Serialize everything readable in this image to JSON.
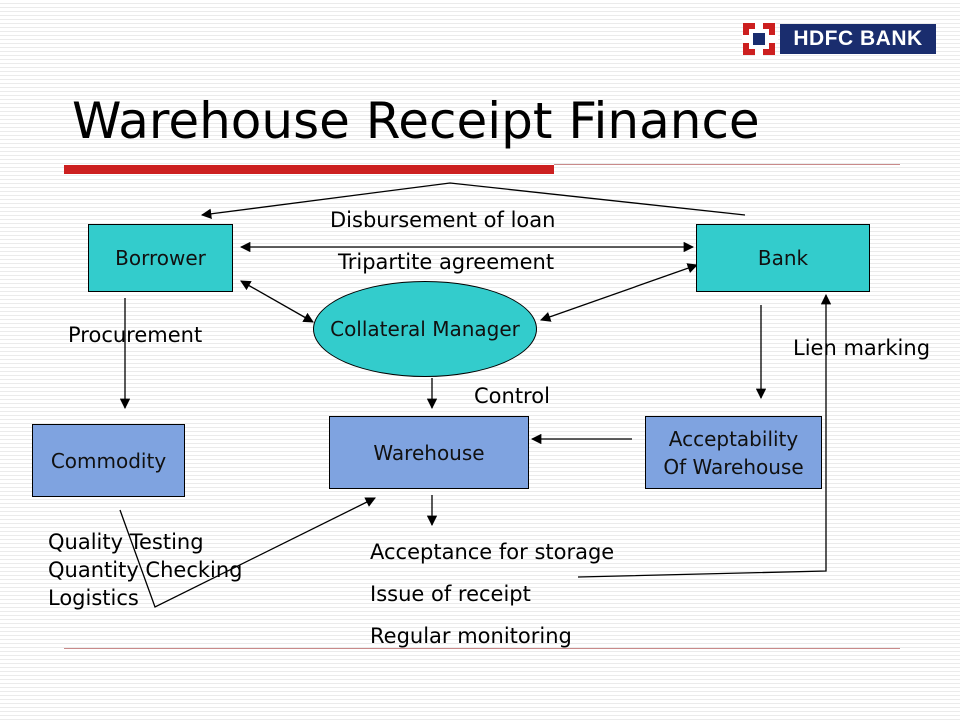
{
  "logo": {
    "text": "HDFC BANK"
  },
  "title": "Warehouse Receipt Finance",
  "nodes": {
    "borrower": "Borrower",
    "bank": "Bank",
    "collateral_manager": "Collateral Manager",
    "commodity": "Commodity",
    "warehouse": "Warehouse",
    "acceptability_line1": "Acceptability",
    "acceptability_line2": "Of Warehouse"
  },
  "labels": {
    "disbursement": "Disbursement of loan",
    "tripartite": "Tripartite agreement",
    "procurement": "Procurement",
    "lien_marking": "Lien marking",
    "control": "Control",
    "commodity_activities": [
      "Quality Testing",
      "Quantity Checking",
      "Logistics"
    ],
    "warehouse_activities": [
      "Acceptance for storage",
      "Issue of receipt",
      "Regular monitoring"
    ]
  },
  "colors": {
    "teal": "#33cccc",
    "blue": "#7fa3e0",
    "brand_red": "#cc1f1f",
    "brand_navy": "#1a2d6e"
  }
}
